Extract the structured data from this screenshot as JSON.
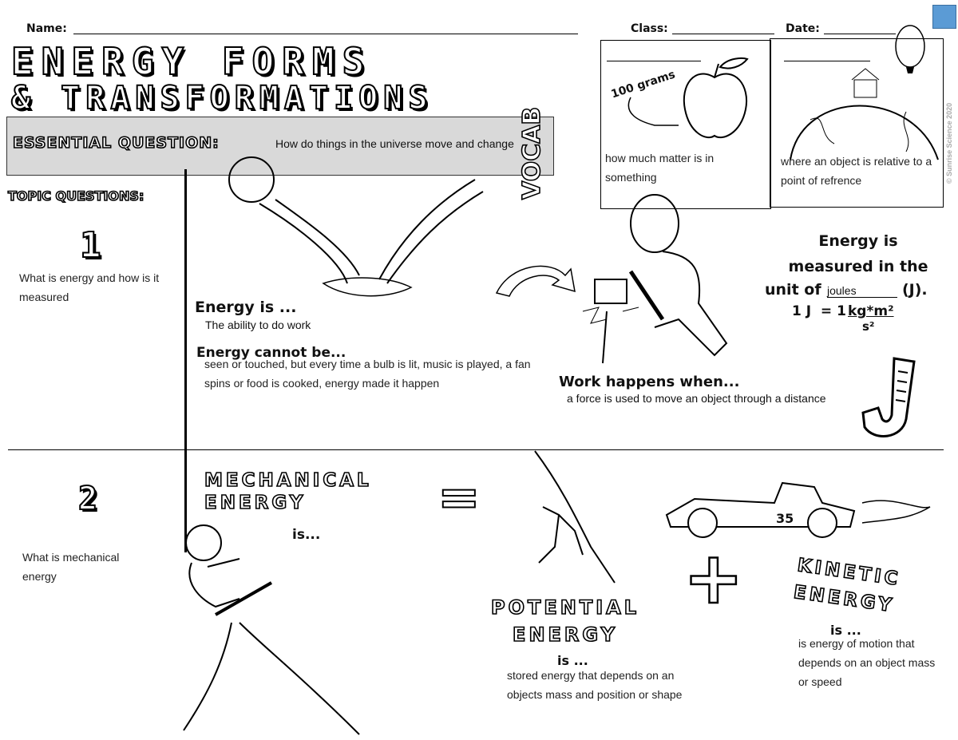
{
  "header": {
    "name_label": "Name:",
    "class_label": "Class:",
    "date_label": "Date:"
  },
  "title": {
    "line1": "ENERGY FORMS",
    "line2": "& TRANSFORMATIONS"
  },
  "essential_question": {
    "label": "ESSENTIAL QUESTION:",
    "answer": "How do things in the universe move and change"
  },
  "topic_questions_label": "TOPIC QUESTIONS:",
  "vocab": {
    "label": "VOCAB",
    "cards": [
      {
        "image_caption": "100 grams",
        "definition": "how much matter is in something"
      },
      {
        "definition": "where an object is relative to a point of refrence"
      }
    ]
  },
  "topic1": {
    "number": "1",
    "question": "What is energy and how is it measured",
    "energy_is_label": "Energy is ...",
    "energy_is_answer": "The ability to do work",
    "cannot_be_label": "Energy cannot be...",
    "cannot_be_answer": "seen or touched, but every time a bulb is lit, music is played, a fan spins or food is cooked, energy made it happen",
    "measured_label_1": "Energy is",
    "measured_label_2": "measured in the",
    "unit_of_label": "unit of",
    "unit_answer": "joules",
    "unit_symbol": "(J).",
    "formula_left": "1 J  = 1",
    "formula_num": "kg*m²",
    "formula_den": "s²",
    "work_label": "Work happens when...",
    "work_answer": "a force is used to move an object through a distance"
  },
  "topic2": {
    "number": "2",
    "question": "What is mechanical energy",
    "mechanical_label_1": "MECHANICAL",
    "mechanical_label_2": "ENERGY",
    "mechanical_is": "is...",
    "equals": "=",
    "plus": "+",
    "potential_label_1": "POTENTIAL",
    "potential_label_2": "ENERGY",
    "potential_is": "is ...",
    "potential_answer": "stored energy that depends on an objects mass and position or shape",
    "kinetic_label_1": "KINETIC",
    "kinetic_label_2": "ENERGY",
    "kinetic_is": "is ...",
    "kinetic_answer_1": "is energy of motion that depends on an object mass",
    "kinetic_answer_2": "or speed",
    "car_number": "35"
  },
  "watermark": "© Sunrise Science 2020",
  "colors": {
    "eq_box": "#d9d9d9",
    "corner_square": "#5b9bd5"
  }
}
